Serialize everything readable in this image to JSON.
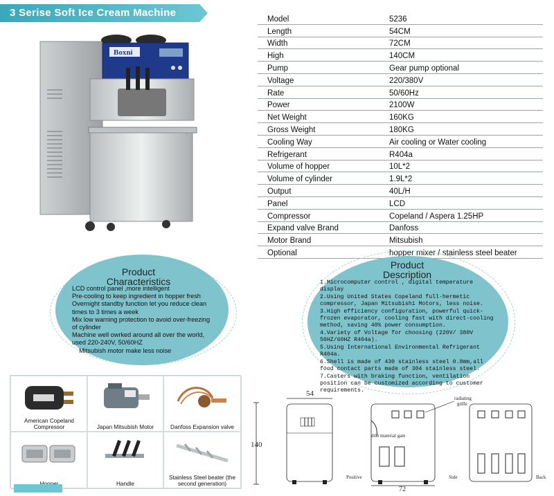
{
  "banner": {
    "title": "3 Serise Soft Ice Cream Machine"
  },
  "machine": {
    "brand": "Boxni"
  },
  "spec": [
    {
      "key": "Model",
      "value": "5236"
    },
    {
      "key": "Length",
      "value": "54CM"
    },
    {
      "key": "Width",
      "value": "72CM"
    },
    {
      "key": "High",
      "value": "140CM"
    },
    {
      "key": "Pump",
      "value": "Gear pump optional"
    },
    {
      "key": "Voltage",
      "value": "220/380V"
    },
    {
      "key": "Rate",
      "value": "50/60Hz"
    },
    {
      "key": "Power",
      "value": "2100W"
    },
    {
      "key": "Net Weight",
      "value": "160KG"
    },
    {
      "key": "Gross Weight",
      "value": "180KG"
    },
    {
      "key": "Cooling Way",
      "value": "Air cooling or Water cooling"
    },
    {
      "key": "Refrigerant",
      "value": "R404a"
    },
    {
      "key": "Volume of hopper",
      "value": "10L*2"
    },
    {
      "key": "Volume of cylinder",
      "value": "1.9L*2"
    },
    {
      "key": "Output",
      "value": "40L/H"
    },
    {
      "key": "Panel",
      "value": "LCD"
    },
    {
      "key": "Compressor",
      "value": "Copeland / Aspera 1.25HP"
    },
    {
      "key": "Expand valve Brand",
      "value": "Danfoss"
    },
    {
      "key": "Motor Brand",
      "value": "Mitsubish"
    },
    {
      "key": "Optional",
      "value": "hopper mixer / stainless steel beater"
    }
  ],
  "characteristics": {
    "title_line1": "Product",
    "title_line2": "Characteristics",
    "items": [
      "LCD control panel ,more intelligent",
      "Pre-cooling to keep ingredient in hopper fresh",
      "Overnight standby function let you reduce clean times to 3 times a week",
      "Mix low warning protection to avoid over-freezing of cylinder",
      "Machine well owrked around all over the world, used 220-240V, 50/60HZ",
      "Mitsubish motor make less noise"
    ]
  },
  "description": {
    "title_line1": "Product",
    "title_line2": "Description",
    "items": [
      "1.Microcomputer control , digital temperature display",
      "2.Using United States Copeland full-hermetic compressor, Japan Mitsubishi Motors, less noise.",
      "3.High efficiency configuration, powerful quick-frozen evaporator, cooling fast with direct-cooling method, saving 40% power consumption.",
      "4.Variety of Voltage for choosing (220V/ 380V 50HZ/60HZ R404a).",
      "5.Using International Environmental Refrigerant R404a.",
      "6.Shell is made of 430 stainless steel 0.8mm,all food contact parts made of 304 stainless steel.",
      "7.Casters with braking function, ventilation position can be customized according to customer requirements."
    ]
  },
  "accessories": [
    {
      "caption": "American Copeland Compressor",
      "icon": "compressor-icon"
    },
    {
      "caption": "Japan Mitsubish Motor",
      "icon": "motor-icon"
    },
    {
      "caption": "Danfoss Expansion valve",
      "icon": "expansion-valve-icon"
    },
    {
      "caption": "Hopper",
      "icon": "hopper-icon"
    },
    {
      "caption": "Handle",
      "icon": "handle-icon"
    },
    {
      "caption": "Stainless Steel beater (the second generation)",
      "icon": "beater-icon"
    }
  ],
  "drawings": {
    "width_label": "54",
    "height_label": "140",
    "depth_label": "72",
    "radiating": "radiating",
    "grille": "grille",
    "drain": "drin material gate",
    "positive": "Positive",
    "side": "Side",
    "back": "Back"
  }
}
